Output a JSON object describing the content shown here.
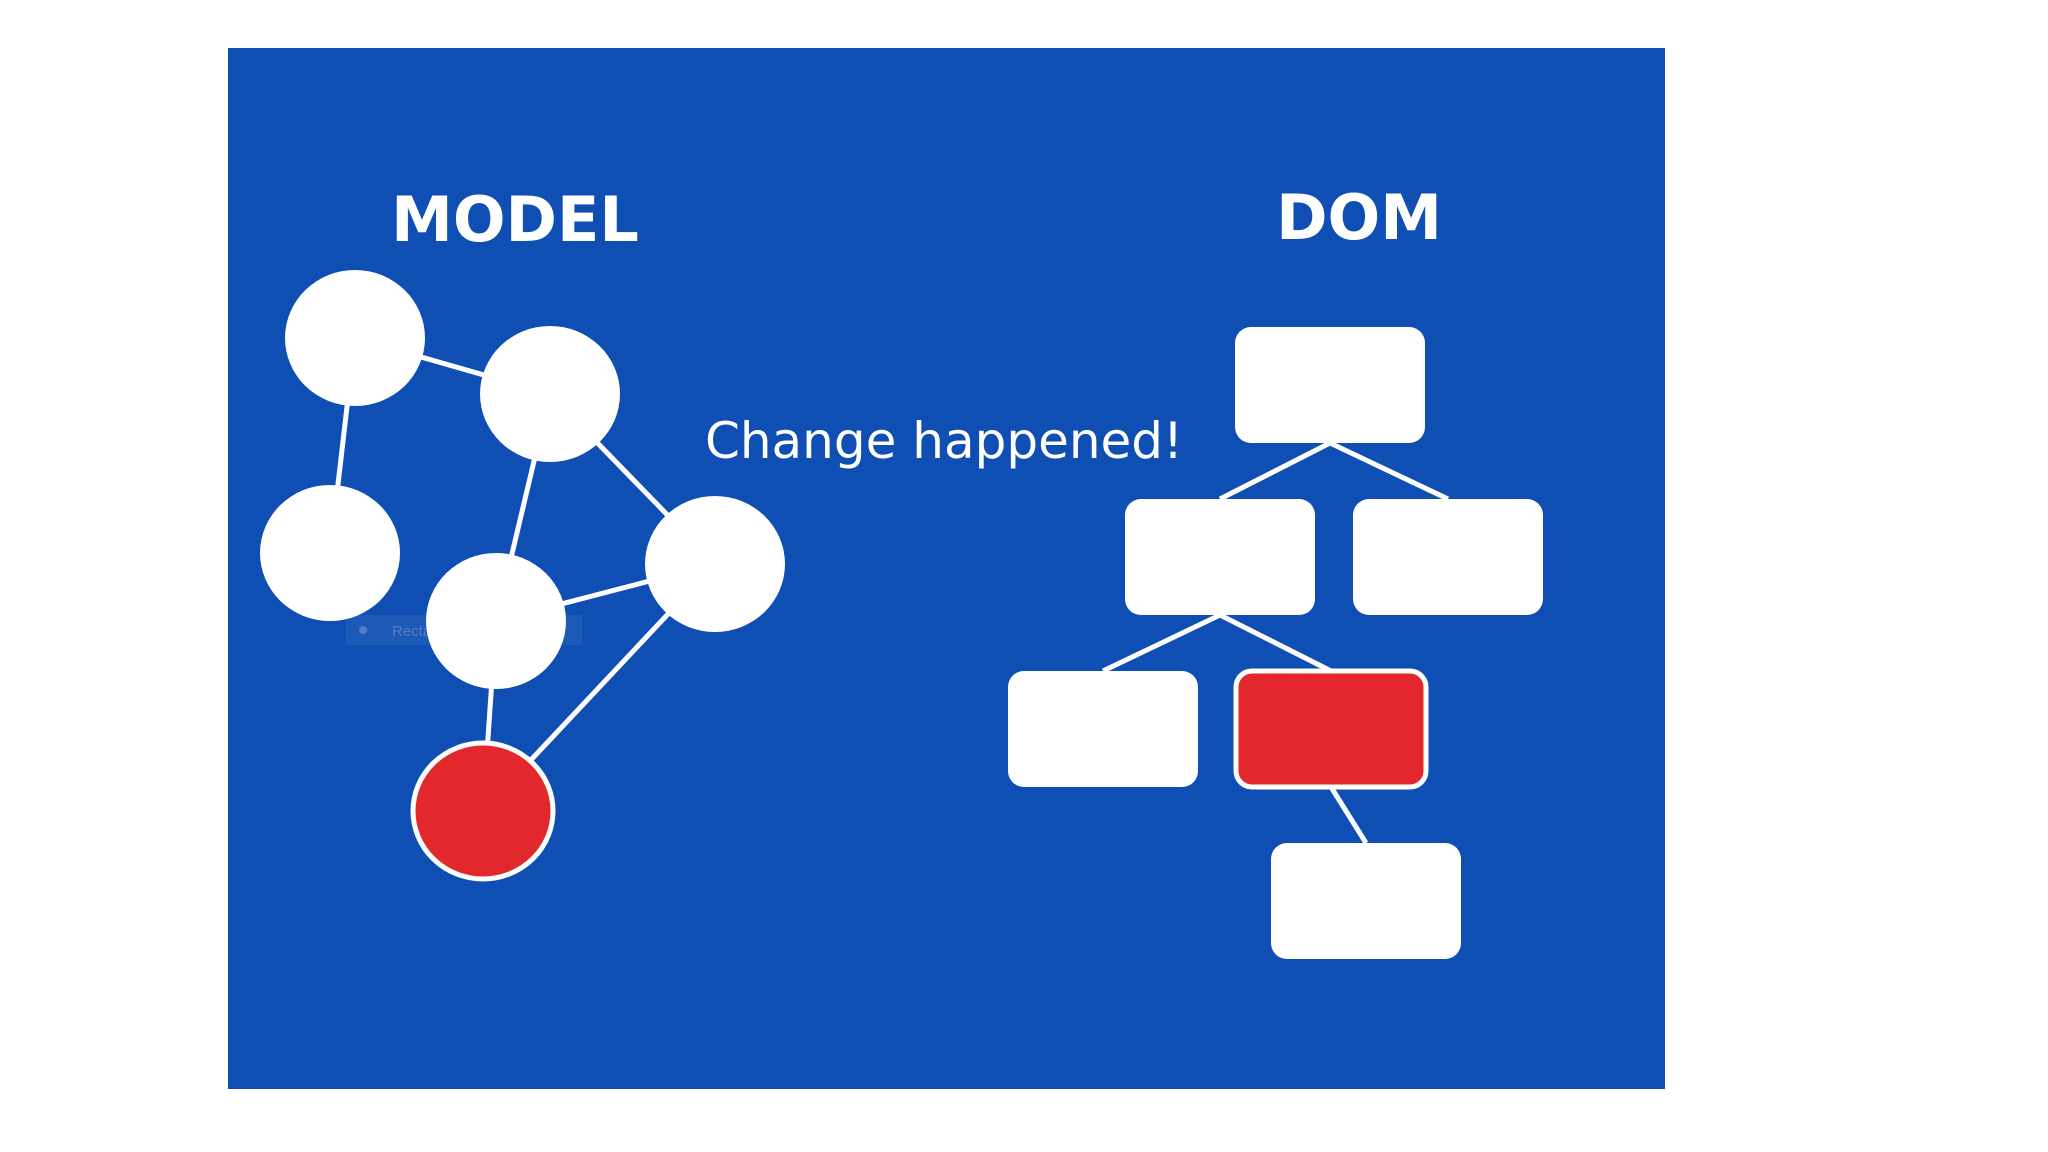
{
  "slide": {
    "background_color": "#0f4fb3",
    "model_title": "MODEL",
    "dom_title": "DOM",
    "message": "Change happened!"
  },
  "colors": {
    "node_fill": "#ffffff",
    "edge_color": "#ffffff",
    "changed_fill": "#e3282d"
  },
  "overlay": {
    "snip_label": "Rectangular Snip"
  },
  "model_graph": {
    "nodes": [
      {
        "id": "m1",
        "changed": false
      },
      {
        "id": "m2",
        "changed": false
      },
      {
        "id": "m3",
        "changed": false
      },
      {
        "id": "m4",
        "changed": false
      },
      {
        "id": "m5",
        "changed": false
      },
      {
        "id": "m6",
        "changed": true
      }
    ],
    "edges": [
      [
        "m1",
        "m2"
      ],
      [
        "m1",
        "m3"
      ],
      [
        "m2",
        "m4"
      ],
      [
        "m2",
        "m5"
      ],
      [
        "m4",
        "m5"
      ],
      [
        "m4",
        "m6"
      ],
      [
        "m5",
        "m6"
      ]
    ]
  },
  "dom_tree": {
    "nodes": [
      {
        "id": "root",
        "changed": false
      },
      {
        "id": "child-left",
        "changed": false
      },
      {
        "id": "child-right",
        "changed": false
      },
      {
        "id": "grandchild-left",
        "changed": false
      },
      {
        "id": "grandchild-changed",
        "changed": true
      },
      {
        "id": "great-grandchild",
        "changed": false
      }
    ],
    "edges": [
      [
        "root",
        "child-left"
      ],
      [
        "root",
        "child-right"
      ],
      [
        "child-left",
        "grandchild-left"
      ],
      [
        "child-left",
        "grandchild-changed"
      ],
      [
        "grandchild-changed",
        "great-grandchild"
      ]
    ]
  }
}
